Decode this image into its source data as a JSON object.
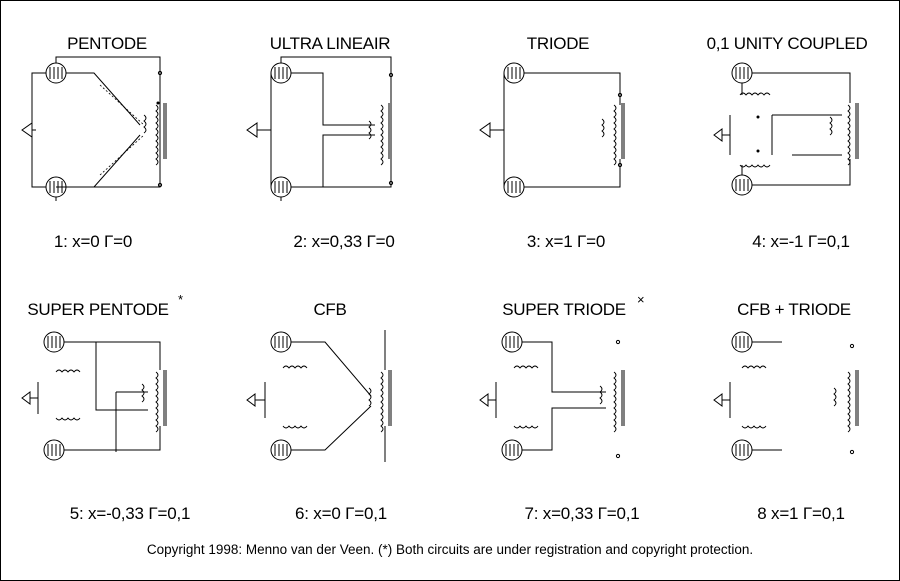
{
  "panels": [
    {
      "id": "1",
      "title": "PENTODE",
      "formula": "1: x=0   Γ=0",
      "asterisk": ""
    },
    {
      "id": "2",
      "title": "ULTRA LINEAIR",
      "formula": "2: x=0,33  Γ=0",
      "asterisk": ""
    },
    {
      "id": "3",
      "title": "TRIODE",
      "formula": "3: x=1  Γ=0",
      "asterisk": ""
    },
    {
      "id": "4",
      "title": "0,1 UNITY COUPLED",
      "formula": "4: x=-1  Γ=0,1",
      "asterisk": ""
    },
    {
      "id": "5",
      "title": "SUPER PENTODE",
      "formula": "5: x=-0,33  Γ=0,1",
      "asterisk": "*"
    },
    {
      "id": "6",
      "title": "CFB",
      "formula": "6: x=0  Γ=0,1",
      "asterisk": ""
    },
    {
      "id": "7",
      "title": "SUPER TRIODE",
      "formula": "7: x=0,33  Γ=0,1",
      "asterisk": "×"
    },
    {
      "id": "8",
      "title": "CFB + TRIODE",
      "formula": "8  x=1  Γ=0,1",
      "asterisk": ""
    }
  ],
  "footer": "Copyright 1998: Menno van der Veen. (*) Both circuits are under registration and copyright protection."
}
